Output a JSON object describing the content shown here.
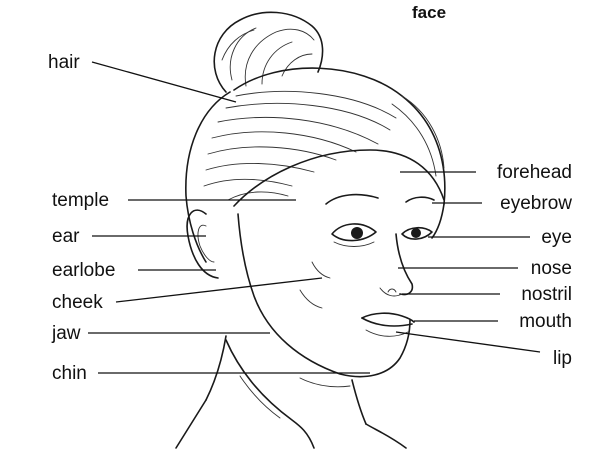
{
  "title": "face",
  "labels": {
    "hair": "hair",
    "temple": "temple",
    "ear": "ear",
    "earlobe": "earlobe",
    "cheek": "cheek",
    "jaw": "jaw",
    "chin": "chin",
    "forehead": "forehead",
    "eyebrow": "eyebrow",
    "eye": "eye",
    "nose": "nose",
    "nostril": "nostril",
    "mouth": "mouth",
    "lip": "lip"
  }
}
